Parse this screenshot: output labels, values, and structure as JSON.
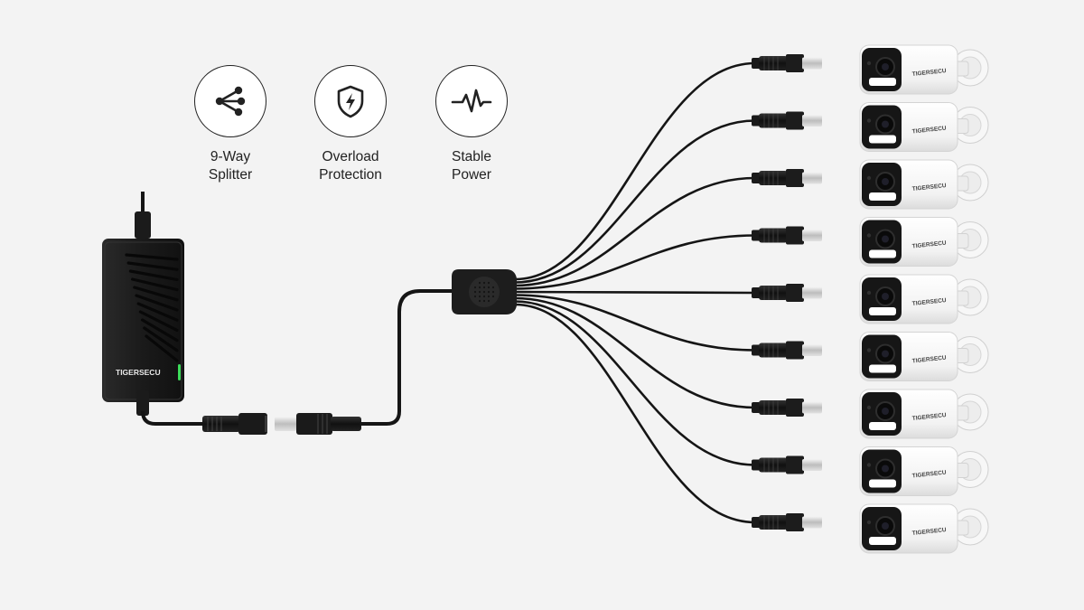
{
  "features": [
    {
      "icon": "share-nodes-icon",
      "line1": "9-Way",
      "line2": "Splitter"
    },
    {
      "icon": "shield-bolt-icon",
      "line1": "Overload",
      "line2": "Protection"
    },
    {
      "icon": "pulse-wave-icon",
      "line1": "Stable",
      "line2": "Power"
    }
  ],
  "adapter": {
    "brand": "TIGERSECU",
    "led_color": "#3cdc5a"
  },
  "cameras": {
    "count": 9,
    "brand": "TIGERSECU"
  },
  "colors": {
    "background": "#f3f3f3",
    "cable": "#151515",
    "camera_body": "#ffffff"
  }
}
